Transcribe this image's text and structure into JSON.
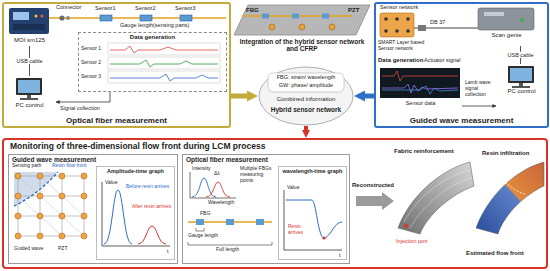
{
  "diagram": {
    "nodes": [
      {
        "text": [
          "Optical fiber measurement"
        ]
      },
      {
        "text": [
          "MOI sm125"
        ],
        "in": 0
      },
      {
        "text": [
          "PC control"
        ],
        "in": 0
      },
      {
        "text": [
          "Data generation"
        ],
        "in": 0
      },
      {
        "text": [
          "Integration of the hybrid sensor network and CFRP"
        ]
      },
      {
        "text": [
          "FBG: strain/ wavelength",
          "GW: phase/ amplitude",
          "Combined information",
          "Hybrid sensor network"
        ]
      },
      {
        "text": [
          "Guided wave measurement"
        ]
      },
      {
        "text": [
          "Scan genie"
        ],
        "in": 6
      },
      {
        "text": [
          "PC control"
        ],
        "in": 6
      },
      {
        "text": [
          "Sensor data"
        ],
        "in": 6
      },
      {
        "text": [
          "Monitoring of three-dimensional flow front during LCM process"
        ]
      },
      {
        "text": [
          "Guided wave measurement"
        ],
        "in": 10
      },
      {
        "text": [
          "Amplitude-time graph"
        ],
        "in": 11
      },
      {
        "text": [
          "Optical fiber measurement"
        ],
        "in": 10
      },
      {
        "text": [
          "wavelength-time graph"
        ],
        "in": 13
      }
    ],
    "edges": [
      {
        "from": 0,
        "to": 5,
        "arrow": "to"
      },
      {
        "from": 6,
        "to": 5,
        "arrow": "to"
      },
      {
        "from": 5,
        "to": 10,
        "arrow": "to"
      },
      {
        "from": 1,
        "to": 2,
        "label": "USB cable",
        "arrow": "none"
      },
      {
        "from": 7,
        "to": 8,
        "label": "USB cable",
        "arrow": "none"
      }
    ],
    "labels": [
      "Connector",
      "Sensor1",
      "Sensor2",
      "Sensor3",
      "Gauge length(sensing parts)",
      "Sensor 1",
      "Sensor 2",
      "Sensor 3",
      "Signal collection",
      "FBG",
      "PZT",
      "Sensor network",
      "SMART Layer based Sensor network",
      "DB 37",
      "Data generation",
      "Actuator signal",
      "Lamb wave signal collection",
      "Sensing path",
      "Resin flow front",
      "Guided wave",
      "PZT",
      "Value",
      "Before resin arrives",
      "After resin arrives",
      "t",
      "Intensity",
      "Wavelength",
      "Δλ",
      "FBG",
      "Multiple FBGs measuring points",
      "Gauge length",
      "Full length",
      "Value",
      "Resin arrives",
      "t",
      "Reconstructed",
      "Fabric reinforcement",
      "Resin infiltration",
      "Injection port",
      "Estimated flow front"
    ]
  }
}
